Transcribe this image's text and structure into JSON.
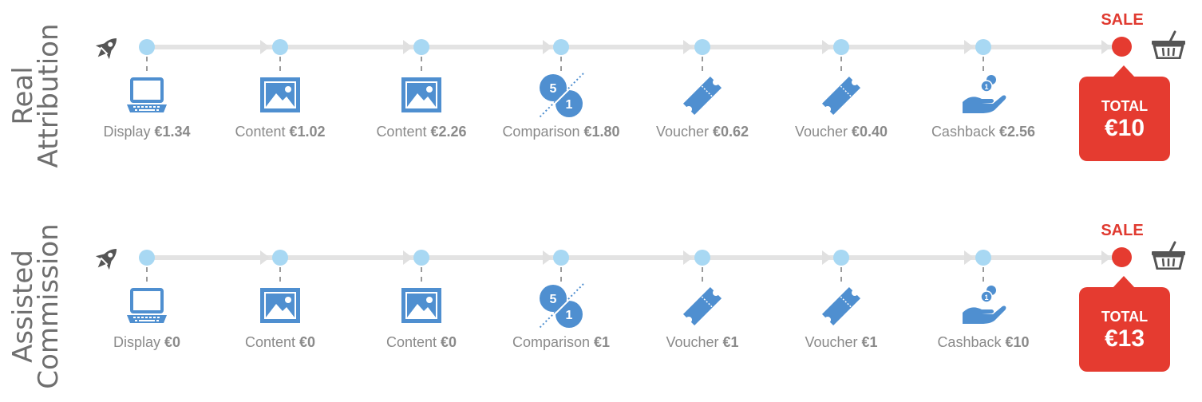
{
  "rows": [
    {
      "title_lines": [
        "Real",
        "Attribution"
      ],
      "sale_label": "SALE",
      "total_word": "TOTAL",
      "total_value": "€10",
      "touchpoints": [
        {
          "icon": "laptop-icon",
          "name": "Display",
          "amount": "€1.34"
        },
        {
          "icon": "image-icon",
          "name": "Content",
          "amount": "€1.02"
        },
        {
          "icon": "image-icon",
          "name": "Content",
          "amount": "€2.26"
        },
        {
          "icon": "compare-icon",
          "name": "Comparison",
          "amount": "€1.80"
        },
        {
          "icon": "voucher-icon",
          "name": "Voucher",
          "amount": "€0.62"
        },
        {
          "icon": "voucher-icon",
          "name": "Voucher",
          "amount": "€0.40"
        },
        {
          "icon": "cashback-icon",
          "name": "Cashback",
          "amount": "€2.56"
        }
      ]
    },
    {
      "title_lines": [
        "Assisted",
        "Commission"
      ],
      "sale_label": "SALE",
      "total_word": "TOTAL",
      "total_value": "€13",
      "touchpoints": [
        {
          "icon": "laptop-icon",
          "name": "Display",
          "amount": "€0"
        },
        {
          "icon": "image-icon",
          "name": "Content",
          "amount": "€0"
        },
        {
          "icon": "image-icon",
          "name": "Content",
          "amount": "€0"
        },
        {
          "icon": "compare-icon",
          "name": "Comparison",
          "amount": "€1"
        },
        {
          "icon": "voucher-icon",
          "name": "Voucher",
          "amount": "€1"
        },
        {
          "icon": "voucher-icon",
          "name": "Voucher",
          "amount": "€1"
        },
        {
          "icon": "cashback-icon",
          "name": "Cashback",
          "amount": "€10"
        }
      ]
    }
  ],
  "compare_icon_numbers": {
    "top": "5",
    "bottom": "1"
  },
  "colors": {
    "accent": "#e53b30",
    "icon_blue": "#4f8fd0",
    "dot": "#a8d8f3",
    "track": "#e3e3e3",
    "text": "#8a8a8a"
  }
}
